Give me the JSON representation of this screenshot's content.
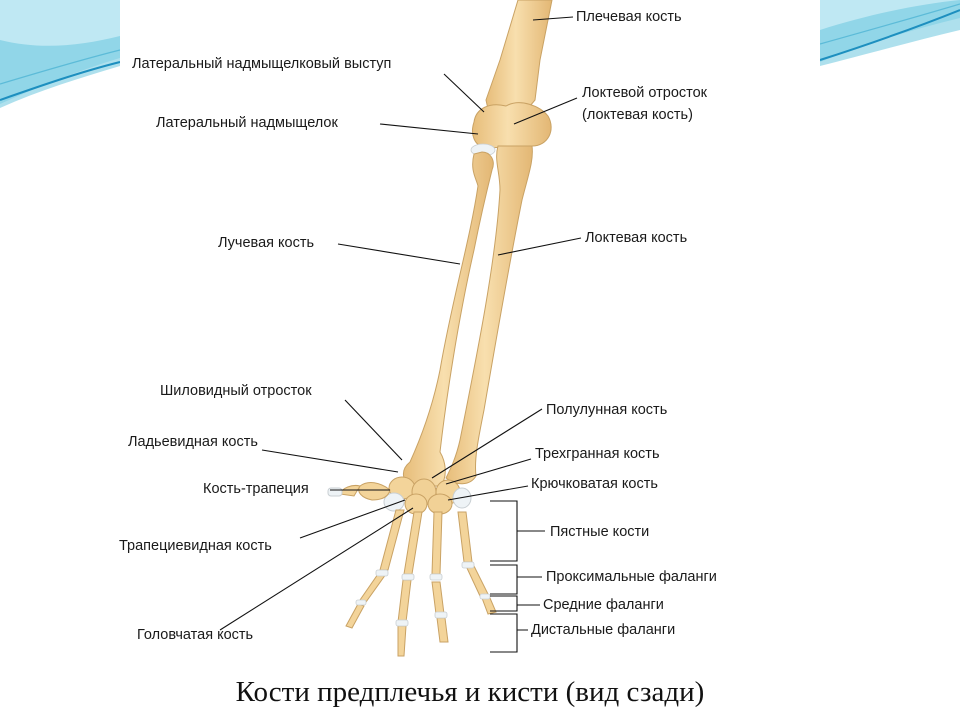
{
  "title": "Кости предплечья и кисти (вид сзади)",
  "colors": {
    "bone": "#f3d49a",
    "bone_edge": "#c9a264",
    "bone_shadow": "#e2b46f",
    "cartilage": "#eef3f6",
    "leader": "#111111",
    "wave_light": "#bfe8f3",
    "wave_mid": "#6cc6df",
    "wave_dark": "#1d8fbf"
  },
  "labels": {
    "humerus": "Плечевая кость",
    "lateral_epicondylar_ridge": "Латеральный надмыщелковый выступ",
    "olecranon_line1": "Локтевой отросток",
    "olecranon_line2": "(локтевая кость)",
    "lateral_epicondyle": "Латеральный надмыщелок",
    "radius": "Лучевая кость",
    "ulna": "Локтевая кость",
    "styloid_process": "Шиловидный отросток",
    "lunate": "Полулунная кость",
    "scaphoid": "Ладьевидная кость",
    "triquetrum": "Трехгранная кость",
    "trapezium": "Кость-трапеция",
    "hamate": "Крючковатая кость",
    "metacarpals": "Пястные кости",
    "trapezoid": "Трапециевидная кость",
    "proximal_phalanges": "Проксимальные фаланги",
    "middle_phalanges": "Средние фаланги",
    "distal_phalanges": "Дистальные фаланги",
    "capitate": "Головчатая кость"
  }
}
